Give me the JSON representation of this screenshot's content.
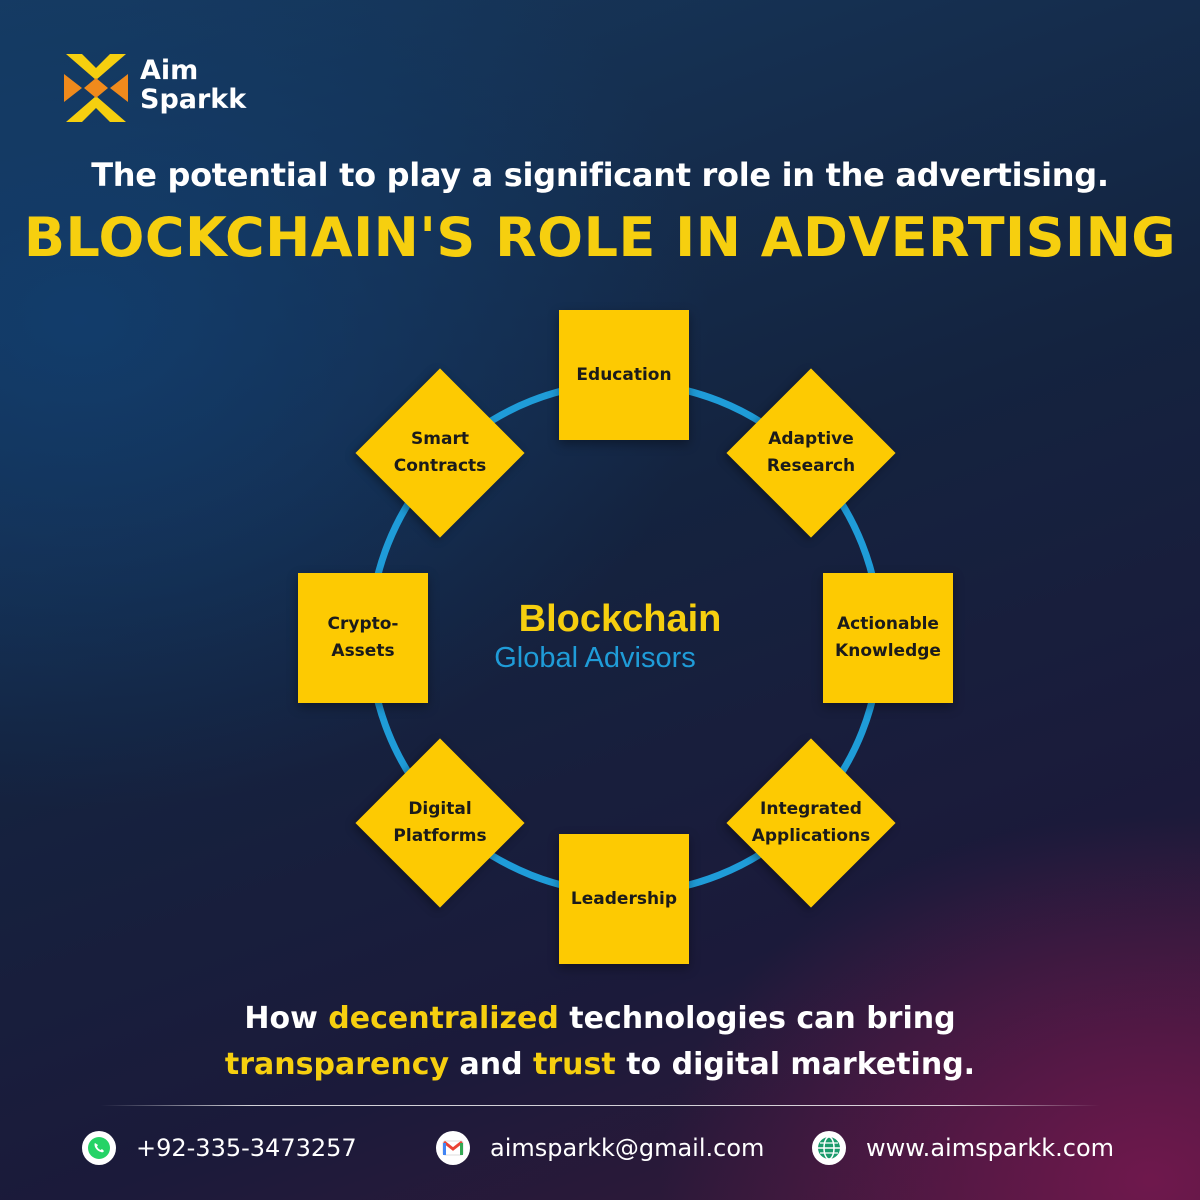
{
  "brand": {
    "name_line1": "Aim",
    "name_line2": "Sparkk",
    "colors": {
      "primary": "#f6cf0f",
      "secondary": "#f08a1c"
    }
  },
  "header": {
    "subtitle": "The potential to play a significant role in the advertising.",
    "title": "BLOCKCHAIN'S ROLE IN ADVERTISING"
  },
  "diagram": {
    "ring_color": "#1f9cd8",
    "node_color": "#fdca02",
    "center": {
      "title": "Blockchain",
      "subtitle": "Global Advisors"
    },
    "nodes": [
      {
        "label": "Education",
        "shape": "square"
      },
      {
        "label": "Adaptive\nResearch",
        "shape": "diamond"
      },
      {
        "label": "Actionable\nKnowledge",
        "shape": "square"
      },
      {
        "label": "Integrated\nApplications",
        "shape": "diamond"
      },
      {
        "label": "Leadership",
        "shape": "square"
      },
      {
        "label": "Digital\nPlatforms",
        "shape": "diamond"
      },
      {
        "label": "Crypto-\nAssets",
        "shape": "square"
      },
      {
        "label": "Smart\nContracts",
        "shape": "diamond"
      }
    ]
  },
  "tagline": {
    "p1": "How ",
    "h1": "decentralized",
    "p2": " technologies can bring",
    "h2": "transparency",
    "p3": " and ",
    "h3": "trust",
    "p4": " to digital marketing."
  },
  "footer": {
    "phone": "+92-335-3473257",
    "email": "aimsparkk@gmail.com",
    "website": "www.aimsparkk.com",
    "icons": [
      "whatsapp-icon",
      "gmail-icon",
      "globe-icon"
    ]
  }
}
